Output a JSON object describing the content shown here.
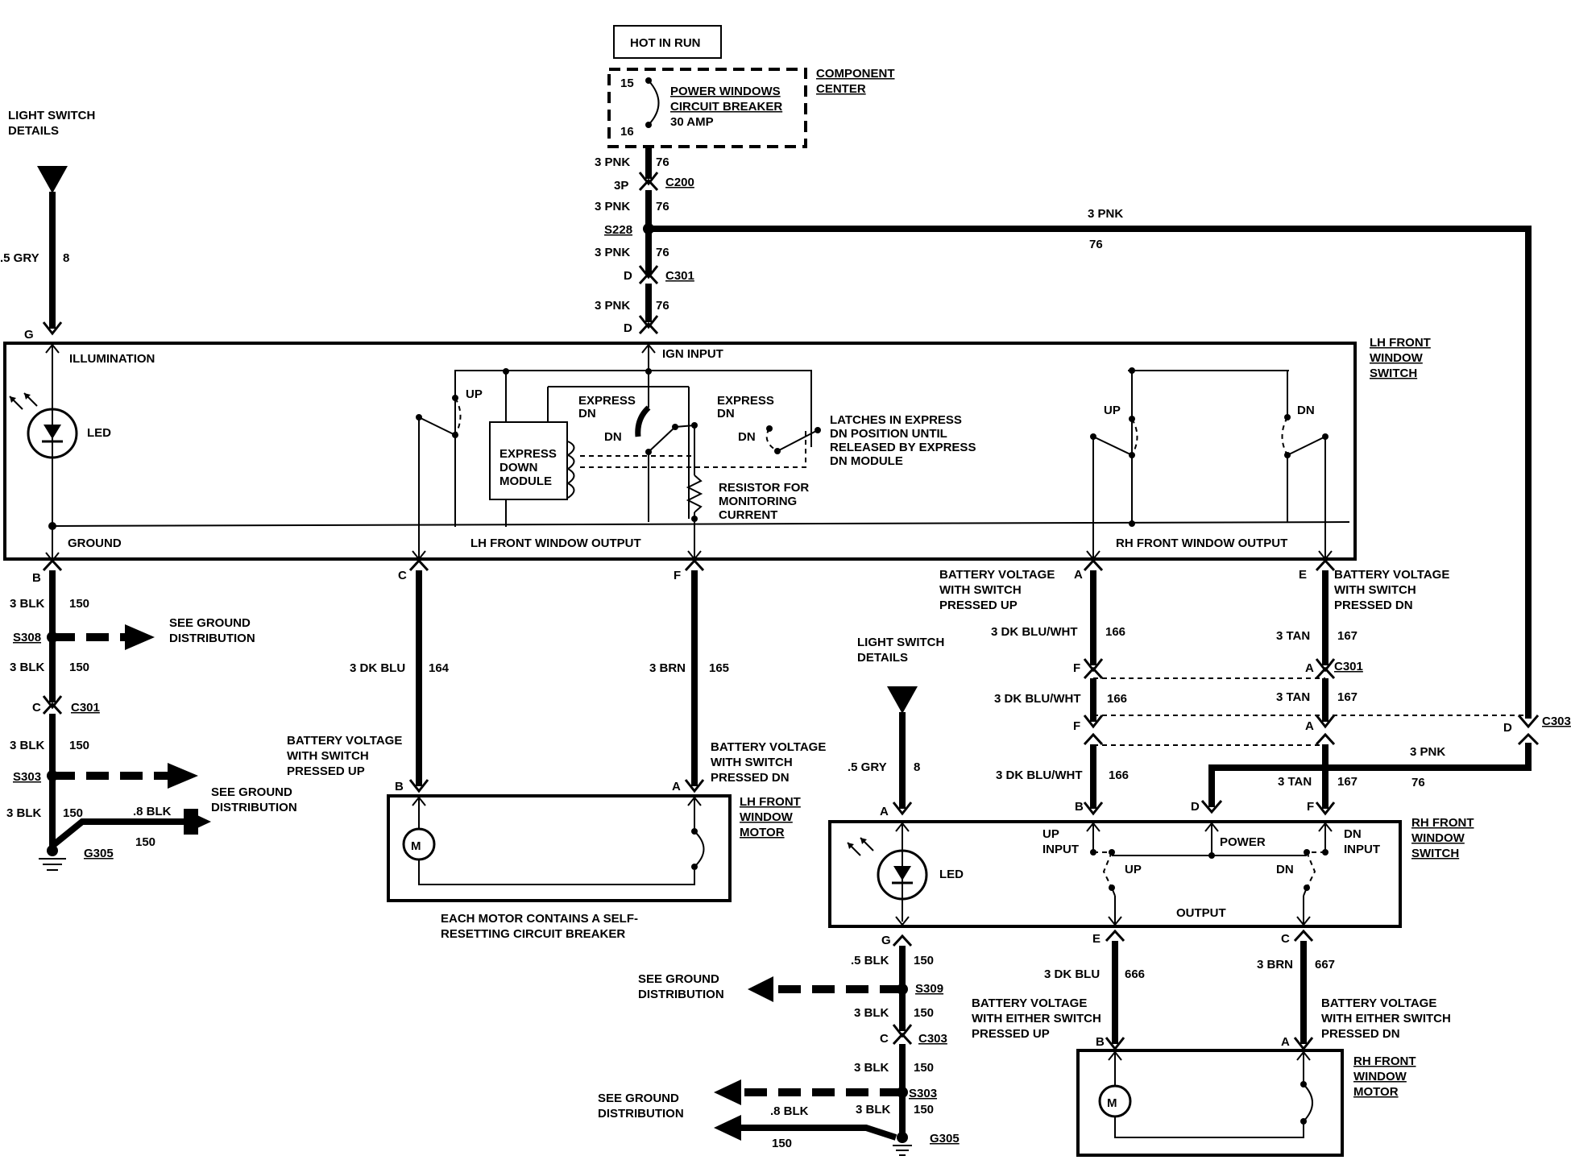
{
  "labels": {
    "hot_in_run": "HOT IN RUN",
    "component_center_1": "COMPONENT",
    "component_center_2": "CENTER",
    "pin_15": "15",
    "pin_16": "16",
    "cb_1": "POWER WINDOWS",
    "cb_2": "CIRCUIT BREAKER",
    "cb_3": "30 AMP",
    "light_switch_1": "LIGHT SWITCH",
    "light_switch_2": "DETAILS",
    "wire_5gry": ".5 GRY",
    "ckt_8": "8",
    "pink_3": "3 PNK",
    "ckt_76": "76",
    "pin_3p": "3P",
    "c200": "C200",
    "s228": "S228",
    "pin_d": "D",
    "c301": "C301",
    "pin_g": "G",
    "illumination": "ILLUMINATION",
    "ign_input": "IGN INPUT",
    "led": "LED",
    "up": "UP",
    "dn": "DN",
    "express": "EXPRESS",
    "express_down_module_1": "EXPRESS",
    "express_down_module_2": "DOWN",
    "express_down_module_3": "MODULE",
    "latches_1": "LATCHES IN EXPRESS",
    "latches_2": "DN POSITION UNTIL",
    "latches_3": "RELEASED BY EXPRESS",
    "latches_4": "DN MODULE",
    "resistor_1": "RESISTOR FOR",
    "resistor_2": "MONITORING",
    "resistor_3": "CURRENT",
    "ground": "GROUND",
    "lh_output": "LH FRONT WINDOW OUTPUT",
    "rh_output": "RH FRONT WINDOW OUTPUT",
    "lh_switch_1": "LH FRONT",
    "lh_switch_2": "WINDOW",
    "lh_switch_3": "SWITCH",
    "pin_b": "B",
    "pin_c": "C",
    "pin_f": "F",
    "pin_a": "A",
    "pin_e": "E",
    "blk_3": "3 BLK",
    "ckt_150": "150",
    "s308": "S308",
    "see_ground_1": "SEE GROUND",
    "see_ground_2": "DISTRIBUTION",
    "s303": "S303",
    "blk_8": ".8 BLK",
    "g305": "G305",
    "dkblu_3": "3 DK BLU",
    "ckt_164": "164",
    "brn_3": "3 BRN",
    "ckt_165": "165",
    "batt_up_1": "BATTERY VOLTAGE",
    "batt_up_2": "WITH SWITCH",
    "batt_up_3": "PRESSED UP",
    "batt_dn_3": "PRESSED DN",
    "m": "M",
    "lh_motor_1": "LH FRONT",
    "lh_motor_2": "WINDOW",
    "lh_motor_3": "MOTOR",
    "each_motor_1": "EACH MOTOR CONTAINS A SELF-",
    "each_motor_2": "RESETTING CIRCUIT BREAKER",
    "dkbluwht_3": "3 DK BLU/WHT",
    "ckt_166": "166",
    "tan_3": "3 TAN",
    "ckt_167": "167",
    "c303": "C303",
    "up_input_1": "UP",
    "input": "INPUT",
    "power": "POWER",
    "dn_input_1": "DN",
    "output": "OUTPUT",
    "rh_switch_1": "RH FRONT",
    "rh_switch_2": "WINDOW",
    "rh_switch_3": "SWITCH",
    "blk_5": ".5 BLK",
    "s309": "S309",
    "ckt_666": "666",
    "ckt_667": "667",
    "batt_either_1": "BATTERY VOLTAGE",
    "batt_either_2": "WITH EITHER SWITCH",
    "batt_either_up": "PRESSED UP",
    "batt_either_dn": "PRESSED DN",
    "rh_motor_1": "RH FRONT",
    "rh_motor_2": "WINDOW",
    "rh_motor_3": "MOTOR"
  }
}
